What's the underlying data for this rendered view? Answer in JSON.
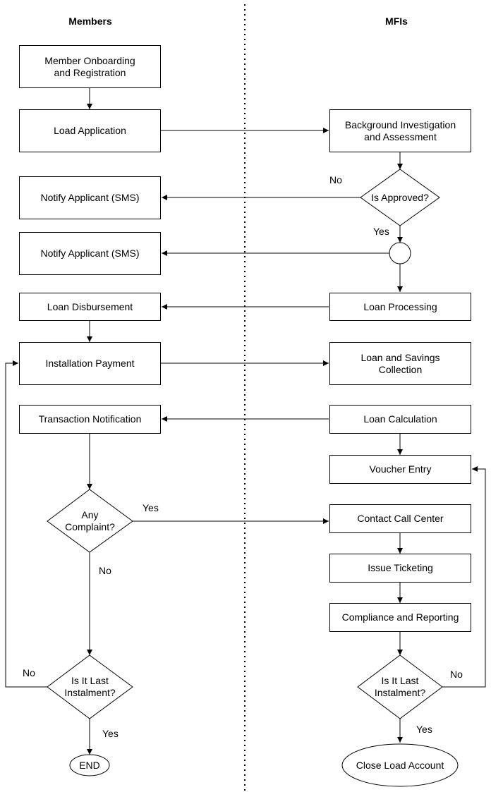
{
  "lanes": {
    "members": "Members",
    "mfis": "MFIs"
  },
  "members": {
    "onboarding": "Member Onboarding\nand Registration",
    "load_application": "Load Application",
    "notify_rejected": "Notify Applicant (SMS)",
    "notify_approved": "Notify Applicant (SMS)",
    "disbursement": "Loan Disbursement",
    "installation_payment": "Installation Payment",
    "transaction_notification": "Transaction Notification",
    "complaint_decision": "Any\nComplaint?",
    "last_instalment_decision": "Is It Last\nInstalment?",
    "end": "END"
  },
  "mfis": {
    "background_investigation": "Background Investigation\nand Assessment",
    "approved_decision": "Is Approved?",
    "loan_processing": "Loan Processing",
    "savings_collection": "Loan and Savings\nCollection",
    "loan_calculation": "Loan Calculation",
    "voucher_entry": "Voucher Entry",
    "contact_call_center": "Contact Call Center",
    "issue_ticketing": "Issue Ticketing",
    "compliance_reporting": "Compliance and Reporting",
    "last_instalment_decision": "Is It Last\nInstalment?",
    "close_account": "Close Load Account"
  },
  "edge_labels": {
    "approved_no": "No",
    "approved_yes": "Yes",
    "complaint_yes": "Yes",
    "complaint_no": "No",
    "member_last_no": "No",
    "member_last_yes": "Yes",
    "mfi_last_no": "No",
    "mfi_last_yes": "Yes"
  }
}
